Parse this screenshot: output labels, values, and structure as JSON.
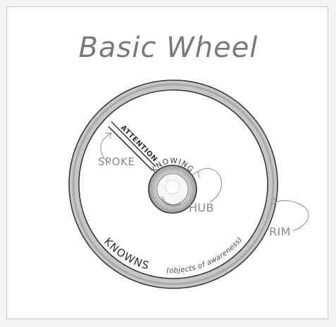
{
  "title": "Basic Wheel",
  "labels": {
    "spoke": "SPOKE",
    "attention": "ATTENTION",
    "hub": "HUB",
    "rim": "RIM",
    "knowing": "KNOWING",
    "awareness": "(awareness)",
    "knowns": "KNOWNS",
    "objects": "(objects of awareness)"
  },
  "colors": {
    "ink": "#3a3a3a",
    "title": "#7a7a7a",
    "label": "#8a8a8a",
    "rim_fill": "#bdbdbd",
    "hub_fill": "#c4c4c4"
  }
}
